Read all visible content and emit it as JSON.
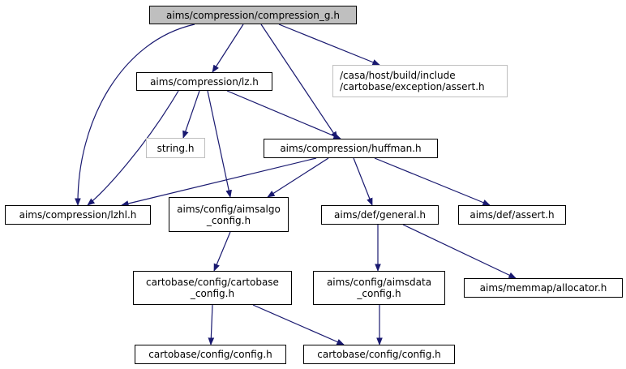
{
  "colors": {
    "edge": "#191970",
    "root_fill": "#bfbfbf",
    "external_border": "#bfbfbf"
  },
  "nodes": {
    "root": {
      "lines": [
        "aims/compression/compression_g.h"
      ]
    },
    "lz": {
      "lines": [
        "aims/compression/lz.h"
      ]
    },
    "assert_ext": {
      "lines": [
        "/casa/host/build/include",
        "/cartobase/exception/assert.h"
      ]
    },
    "string": {
      "lines": [
        "string.h"
      ]
    },
    "huffman": {
      "lines": [
        "aims/compression/huffman.h"
      ]
    },
    "lzhl": {
      "lines": [
        "aims/compression/lzhl.h"
      ]
    },
    "aimsalgo": {
      "lines": [
        "aims/config/aimsalgo",
        "_config.h"
      ]
    },
    "general": {
      "lines": [
        "aims/def/general.h"
      ]
    },
    "defassert": {
      "lines": [
        "aims/def/assert.h"
      ]
    },
    "cartoconf": {
      "lines": [
        "cartobase/config/cartobase",
        "_config.h"
      ]
    },
    "aimsdata": {
      "lines": [
        "aims/config/aimsdata",
        "_config.h"
      ]
    },
    "allocator": {
      "lines": [
        "aims/memmap/allocator.h"
      ]
    },
    "config1": {
      "lines": [
        "cartobase/config/config.h"
      ]
    },
    "config2": {
      "lines": [
        "cartobase/config/config.h"
      ]
    }
  },
  "edges": [
    [
      "root",
      "lz"
    ],
    [
      "root",
      "lzhl"
    ],
    [
      "root",
      "huffman"
    ],
    [
      "root",
      "assert_ext"
    ],
    [
      "lz",
      "string"
    ],
    [
      "lz",
      "lzhl"
    ],
    [
      "lz",
      "huffman"
    ],
    [
      "lz",
      "aimsalgo"
    ],
    [
      "huffman",
      "lzhl"
    ],
    [
      "huffman",
      "aimsalgo"
    ],
    [
      "huffman",
      "general"
    ],
    [
      "huffman",
      "defassert"
    ],
    [
      "aimsalgo",
      "cartoconf"
    ],
    [
      "general",
      "aimsdata"
    ],
    [
      "general",
      "allocator"
    ],
    [
      "cartoconf",
      "config1"
    ],
    [
      "cartoconf",
      "config2"
    ],
    [
      "aimsdata",
      "config2"
    ]
  ]
}
